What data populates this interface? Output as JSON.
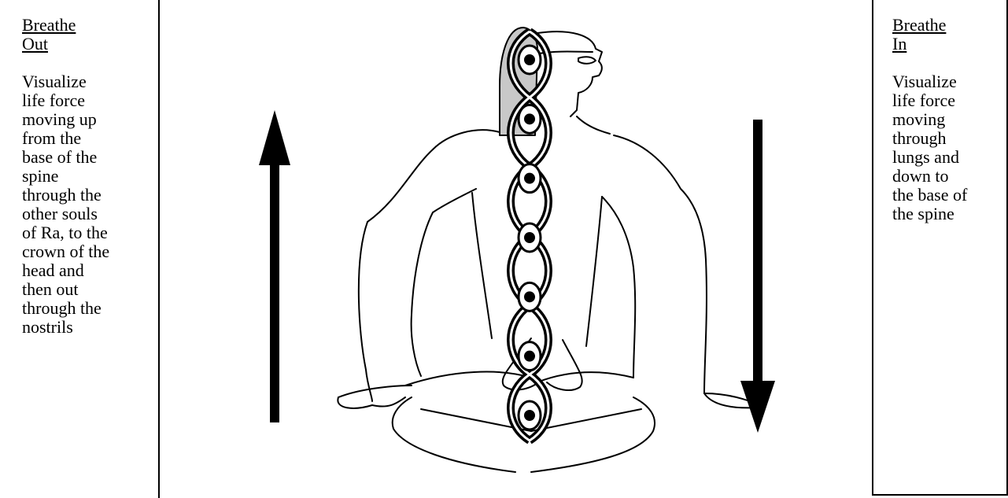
{
  "left_panel": {
    "title": "Breathe\nOut",
    "body": "Visualize\nlife force\nmoving up\nfrom the\nbase of the\nspine\nthrough the\nother souls\nof Ra, to the\ncrown of the\nhead and\nthen out\nthrough the\nnostrils"
  },
  "right_panel": {
    "title": "Breathe\nIn",
    "body": "Visualize\nlife force\nmoving\nthrough\nlungs and\ndown to\nthe base of\nthe spine"
  },
  "figure": {
    "icon": "seated-meditating-figure-icon",
    "energy_nodes": 7,
    "up_arrow_icon": "up-arrow-icon",
    "down_arrow_icon": "down-arrow-icon",
    "colors": {
      "ink": "#000000",
      "hair_shade": "#c8c8c8",
      "background": "#ffffff"
    }
  }
}
